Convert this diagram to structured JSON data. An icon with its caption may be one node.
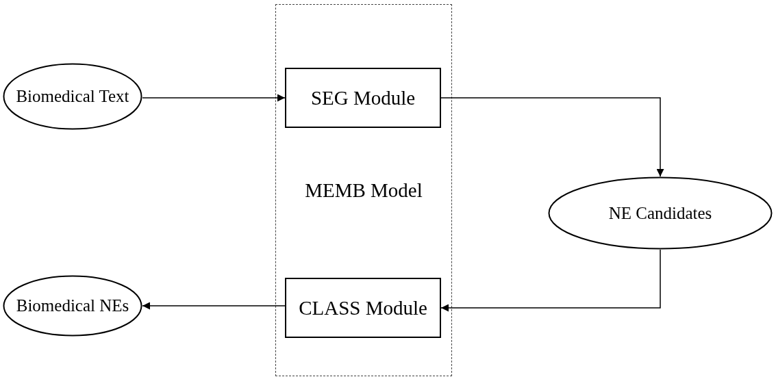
{
  "diagram": {
    "nodes": [
      {
        "text": [
          "Biomedical Text"
        ]
      },
      {
        "text": [
          "MEMB Model"
        ]
      },
      {
        "text": [
          "SEG Module"
        ],
        "in": 1
      },
      {
        "text": [
          "NE Candidates"
        ]
      },
      {
        "text": [
          "CLASS Module"
        ],
        "in": 1
      },
      {
        "text": [
          "Biomedical NEs"
        ]
      }
    ],
    "edges": [
      {
        "from": 0,
        "to": 2,
        "arrow": "to"
      },
      {
        "from": 2,
        "to": 3,
        "arrow": "to"
      },
      {
        "from": 3,
        "to": 4,
        "arrow": "to"
      },
      {
        "from": 4,
        "to": 5,
        "arrow": "to"
      }
    ]
  }
}
